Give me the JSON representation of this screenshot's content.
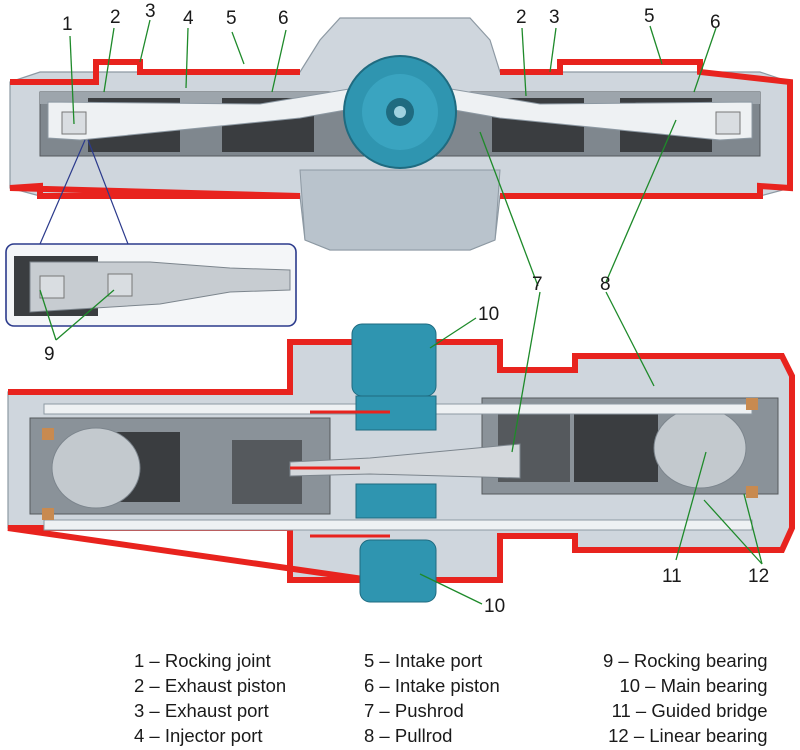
{
  "callouts": {
    "top": [
      "1",
      "2",
      "3",
      "4",
      "5",
      "6",
      "2",
      "3",
      "5",
      "6"
    ],
    "middle": [
      "7",
      "8",
      "9"
    ],
    "bottom": [
      "10",
      "10",
      "11",
      "12"
    ]
  },
  "legend": [
    {
      "num": "1",
      "label": "Rocking joint"
    },
    {
      "num": "2",
      "label": "Exhaust piston"
    },
    {
      "num": "3",
      "label": "Exhaust port"
    },
    {
      "num": "4",
      "label": "Injector port"
    },
    {
      "num": "5",
      "label": "Intake port"
    },
    {
      "num": "6",
      "label": "Intake piston"
    },
    {
      "num": "7",
      "label": "Pushrod"
    },
    {
      "num": "8",
      "label": "Pullrod"
    },
    {
      "num": "9",
      "label": "Rocking bearing"
    },
    {
      "num": "10",
      "label": "Main bearing"
    },
    {
      "num": "11",
      "label": "Guided bridge"
    },
    {
      "num": "12",
      "label": "Linear bearing"
    }
  ],
  "legend_text": [
    "1 – Rocking joint",
    "2 – Exhaust piston",
    "3 – Exhaust port",
    "4 – Injector port",
    "5 – Intake port",
    "6 – Intake piston",
    "7 – Pushrod",
    "8 – Pullrod",
    "9 – Rocking bearing",
    "10 – Main bearing",
    "11 – Guided bridge",
    "12 – Linear bearing"
  ],
  "colors": {
    "housing": "#cfd6dd",
    "housing_dark": "#9aa6b0",
    "cut_section": "#e8231e",
    "bearing_teal": "#2f95b0",
    "rod_light": "#eef1f3",
    "piston_dark": "#3a3d40",
    "callout_line": "#1e8a2a",
    "inset_border": "#2b3a8c"
  }
}
